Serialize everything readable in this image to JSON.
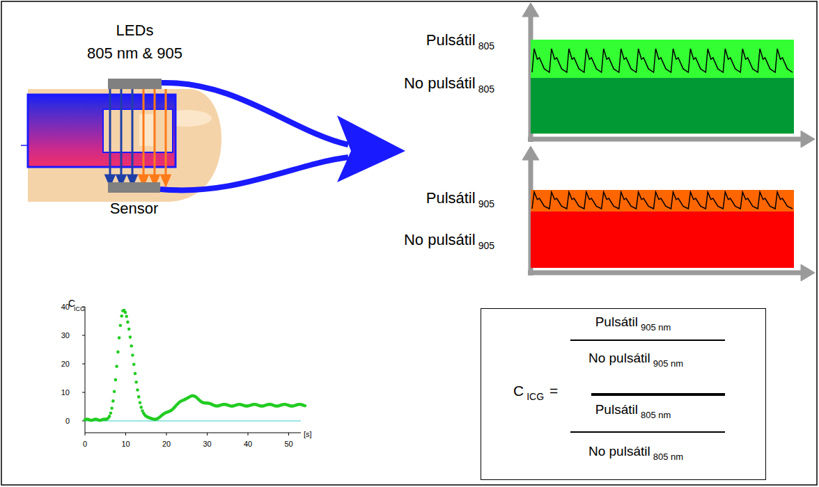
{
  "diagram": {
    "nodes": [
      {
        "text": [
          "LEDs",
          "805 nm & 905"
        ]
      },
      {
        "text": [
          "Sensor"
        ]
      },
      {
        "text": [
          "Pulsátil",
          "805"
        ]
      },
      {
        "text": [
          "No pulsátil",
          "805"
        ]
      },
      {
        "text": [
          "Pulsátil",
          "905"
        ]
      },
      {
        "text": [
          "No pulsátil",
          "905"
        ]
      },
      {
        "text": [
          "Pulsátil",
          "905 nm",
          "No pulsátil",
          "905 nm",
          "C",
          "ICG",
          "=",
          "Pulsátil",
          "805 nm",
          "No pulsátil",
          "805 nm"
        ]
      }
    ],
    "labels": [
      "C",
      "ICG",
      "40",
      "30",
      "20",
      "10",
      "0",
      "0",
      "10",
      "20",
      "30",
      "40",
      "50",
      "[s]"
    ]
  }
}
